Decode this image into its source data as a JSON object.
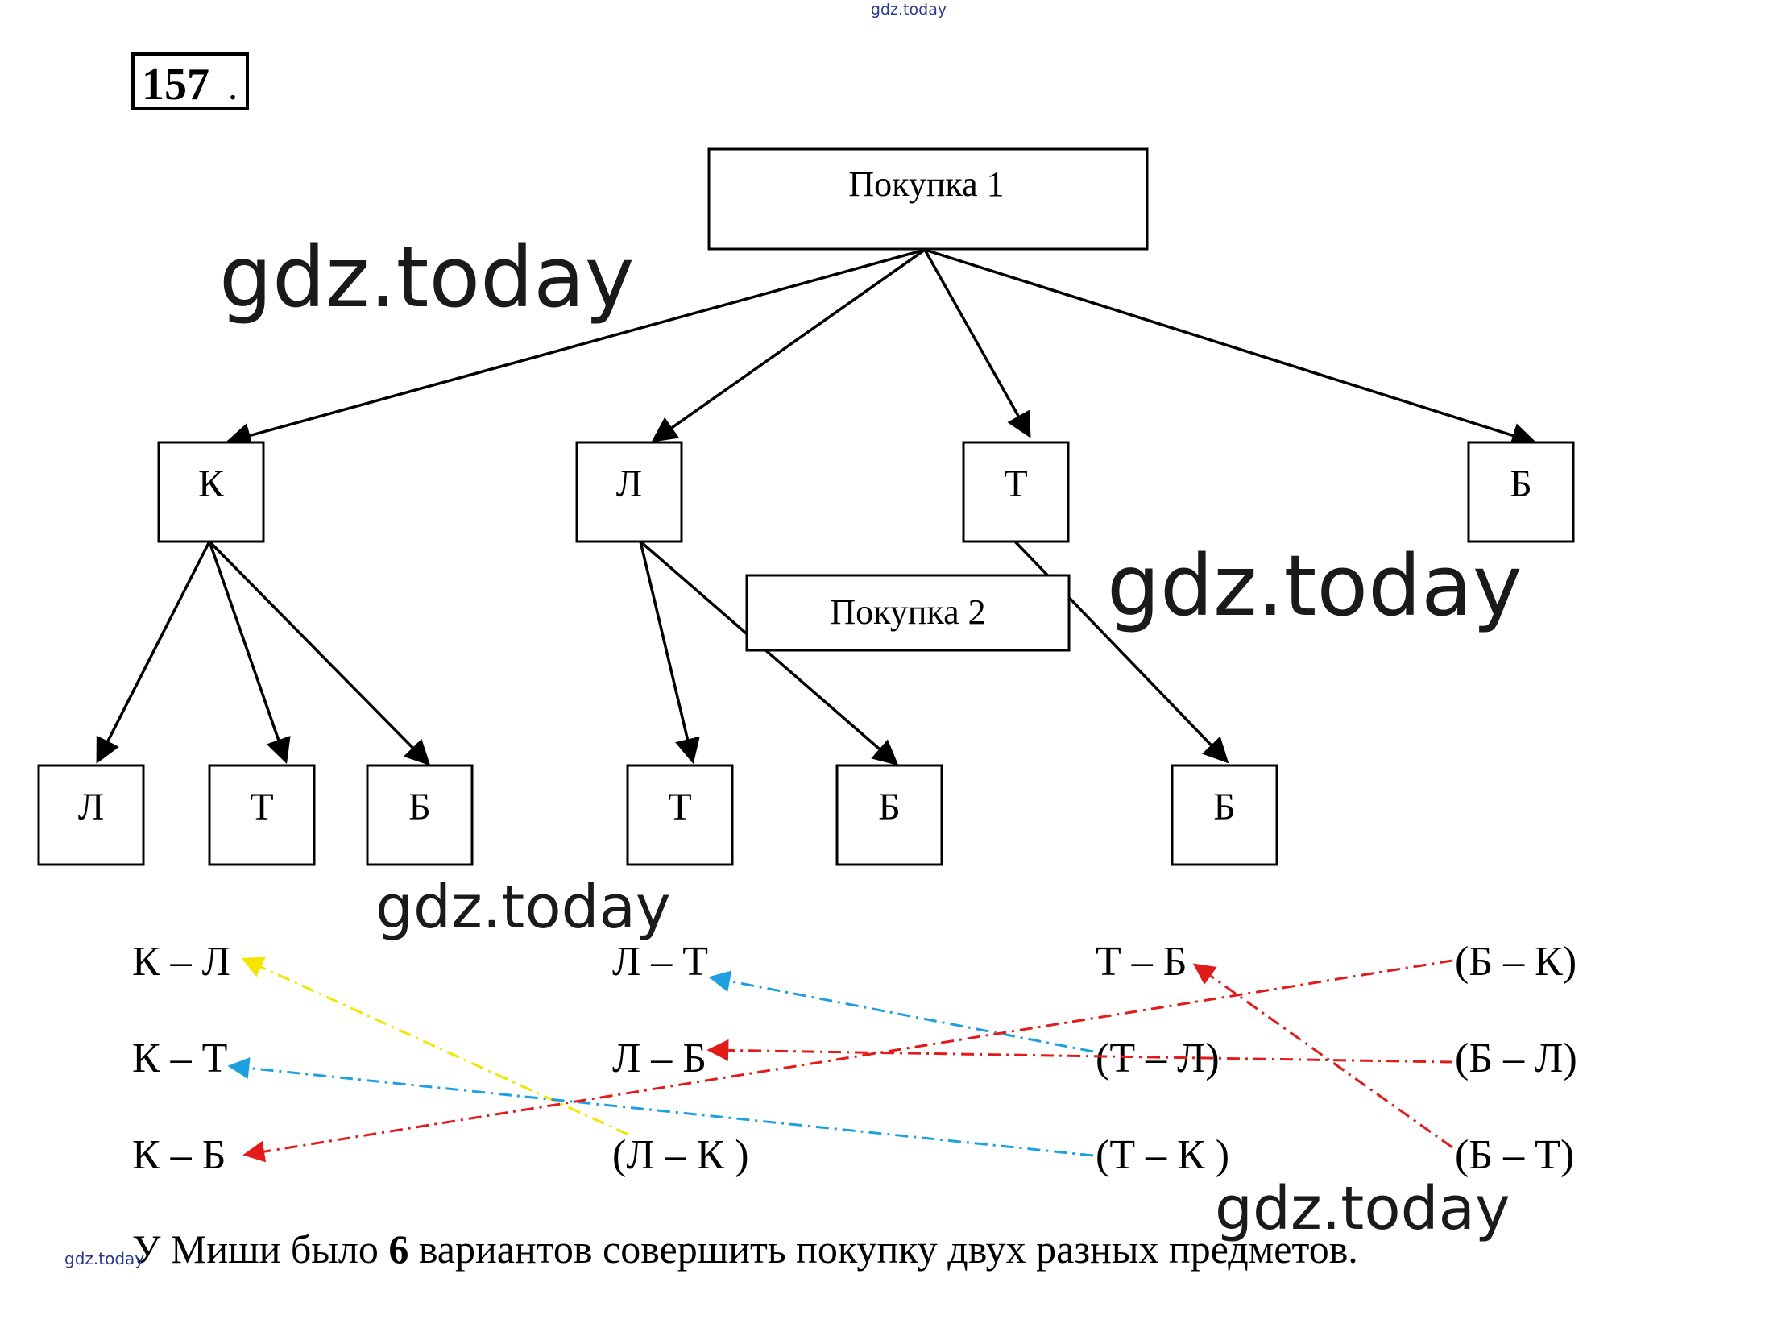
{
  "problem_number": "157",
  "problem_number_suffix": ".",
  "tree": {
    "root": "Покупка 1",
    "second_label": "Покупка 2",
    "level1": [
      "К",
      "Л",
      "Т",
      "Б"
    ],
    "level2": [
      "Л",
      "Т",
      "Б",
      "Т",
      "Б",
      "Б"
    ]
  },
  "pairs": {
    "col1": [
      "К – Л",
      "К – Т",
      "К – Б"
    ],
    "col2": [
      "Л – Т",
      "Л – Б",
      "(Л – К )"
    ],
    "col3": [
      "Т – Б",
      "(Т – Л)",
      "(Т – К )"
    ],
    "col4": [
      "(Б – К)",
      "(Б – Л)",
      "(Б – Т)"
    ]
  },
  "conclusion": {
    "before": "У Миши было ",
    "number": "6",
    "after": " вариантов совершить покупку двух разных предметов."
  },
  "watermarks": {
    "large": [
      "gdz.today",
      "gdz.today",
      "gdz.today",
      "gdz.today"
    ],
    "small": [
      "gdz.today",
      "gdz.today"
    ]
  },
  "colors": {
    "yellow": "#f2e600",
    "blue": "#1ea0e0",
    "red": "#e21a1a"
  }
}
